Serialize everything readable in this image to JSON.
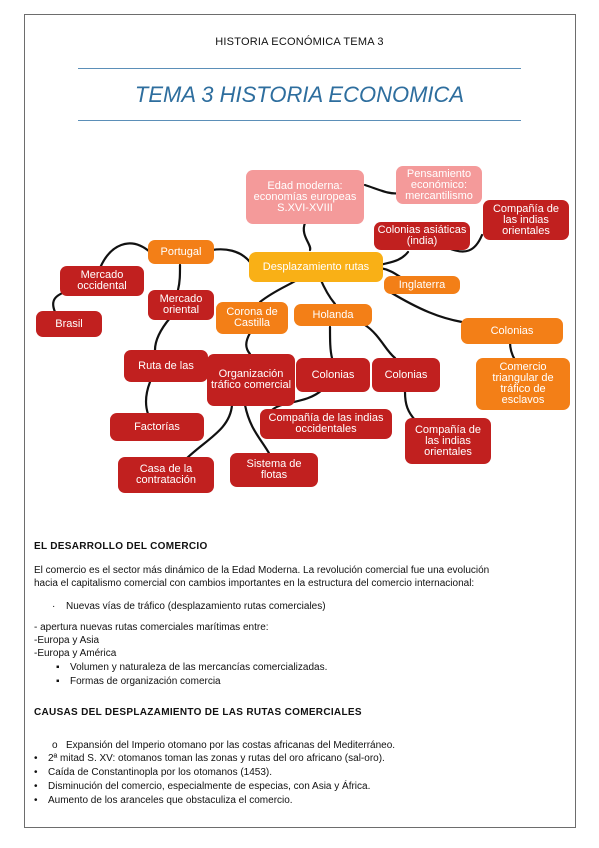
{
  "header": "HISTORIA ECONÓMICA TEMA 3",
  "title": "TEMA 3 HISTORIA ECONOMICA",
  "map": {
    "edad_moderna": "Edad moderna: economías europeas S.XVI-XVIII",
    "pensamiento": "Pensamiento económico: mercantilismo",
    "compania_orientales_top": "Compañía de las indias orientales",
    "colonias_asiaticas": "Colonias asiáticas (india)",
    "portugal": "Portugal",
    "desplazamiento": "Desplazamiento rutas",
    "inglaterra": "Inglaterra",
    "mercado_occidental": "Mercado occidental",
    "brasil": "Brasil",
    "mercado_oriental": "Mercado oriental",
    "corona": "Corona de Castilla",
    "holanda": "Holanda",
    "colonias_ing": "Colonias",
    "comercio_triangular": "Comercio triangular de tráfico de esclavos",
    "ruta": "Ruta de las",
    "organizacion": "Organización tráfico comercial",
    "colonias_hol_1": "Colonias",
    "colonias_hol_2": "Colonias",
    "factorias": "Factorías",
    "compania_occidentales": "Compañía de las indias occidentales",
    "compania_orientales_bottom": "Compañía de las indias orientales",
    "casa": "Casa de la contratación",
    "sistema": "Sistema de flotas"
  },
  "section1": {
    "heading": "EL DESARROLLO DEL COMERCIO",
    "p1": "El comercio es el sector más dinámico de la Edad Moderna. La revolución comercial fue una evolución",
    "p2": "hacia el capitalismo comercial con cambios importantes en la estructura del comercio internacional:",
    "bullet1": "Nuevas vías de tráfico (desplazamiento rutas comerciales)",
    "line1": "- apertura nuevas rutas comerciales marítimas entre:",
    "line2": "-Europa y Asia",
    "line3": "-Europa y América",
    "bullet2": "Volumen y naturaleza de las mercancías comercializadas.",
    "bullet3": "Formas de organización comercia"
  },
  "section2": {
    "heading": "CAUSAS DEL DESPLAZAMIENTO DE LAS RUTAS COMERCIALES",
    "items": [
      "Expansión del Imperio otomano por las costas africanas del Mediterráneo.",
      "2ª mitad S. XV: otomanos toman las zonas y rutas del oro africano (sal-oro).",
      "Caída de Constantinopla por los otomanos (1453).",
      "Disminución del comercio, especialmente de especias, con Asia y África.",
      "Aumento de los aranceles que obstaculiza el comercio."
    ]
  },
  "colors": {
    "red": "#c1201f",
    "orange": "#f37f17",
    "pink": "#f49a9a",
    "gold": "#f9b016",
    "title": "#2e6e9e"
  }
}
